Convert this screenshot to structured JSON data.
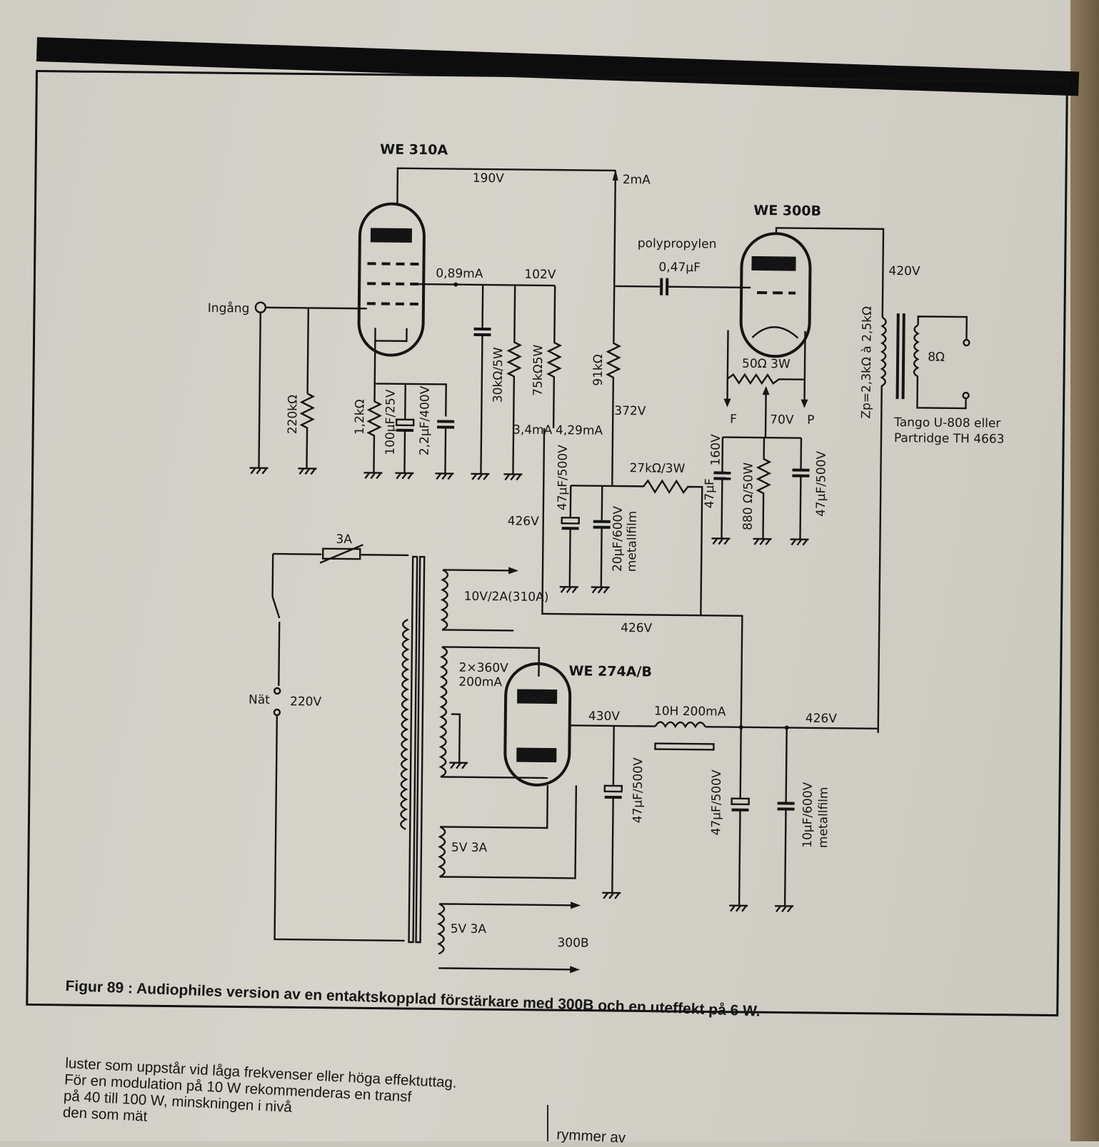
{
  "schematic": {
    "tubes": {
      "v1": "WE 310A",
      "v2": "WE 300B",
      "rect": "WE 274A/B"
    },
    "voltages": {
      "v190": "190V",
      "i2ma": "2mA",
      "i089": "0,89mA",
      "v102": "102V",
      "v372": "372V",
      "i34": "3,4mA",
      "i429": "4,29mA",
      "v420": "420V",
      "v70": "70V",
      "v426a": "426V",
      "v426b": "426V",
      "v426c": "426V",
      "v430": "430V"
    },
    "labels": {
      "input": "Ingång",
      "mains": "Nät",
      "mains_v": "220V",
      "fuse": "3A",
      "polyprop": "polypropylen",
      "filament_f": "F",
      "filament_p": "P",
      "tango1": "Tango U-808 eller",
      "tango2": "Partridge TH 4663",
      "zp": "Zp=2,3kΩ à 2,5kΩ",
      "eight_ohm": "8Ω",
      "w10": "10V/2A(310A)",
      "w360a": "2×360V",
      "w360b": "200mA",
      "w5a": "5V 3A",
      "w5b": "5V 3A",
      "to300b": "300B",
      "choke": "10H 200mA"
    },
    "components": {
      "r220k": "220kΩ",
      "r12k": "1,2kΩ",
      "c100u": "100µF/25V",
      "c22u": "2,2µF/400V",
      "r30k": "30kΩ/5W",
      "r75k": "75kΩ5W",
      "r91k": "91kΩ",
      "c047": "0,47µF",
      "r50": "50Ω  3W",
      "r27k": "27kΩ/3W",
      "c47a": "47µF/500V",
      "c20u": "20µF/600V",
      "c20u_b": "metallfilm",
      "c47b": "47µF",
      "c47b_v": "160V",
      "r880": "880 Ω/50W",
      "c47c": "47µF/500V",
      "c47d": "47µF/500V",
      "c47e": "47µF/500V",
      "c10u": "10µF/600V",
      "c10u_b": "metallfilm"
    }
  },
  "caption": "Figur 89 : Audiophiles version av en entaktskopplad förstärkare med 300B och en uteffekt på 6 W.",
  "body": {
    "lines": [
      "luster som uppstår vid låga frekvenser eller höga effektuttag.",
      "För en modulation på 10 W rekommenderas en transf",
      "på 40 till 100 W, minskningen i nivå",
      "den som mät"
    ],
    "col2": "rymmer av"
  }
}
